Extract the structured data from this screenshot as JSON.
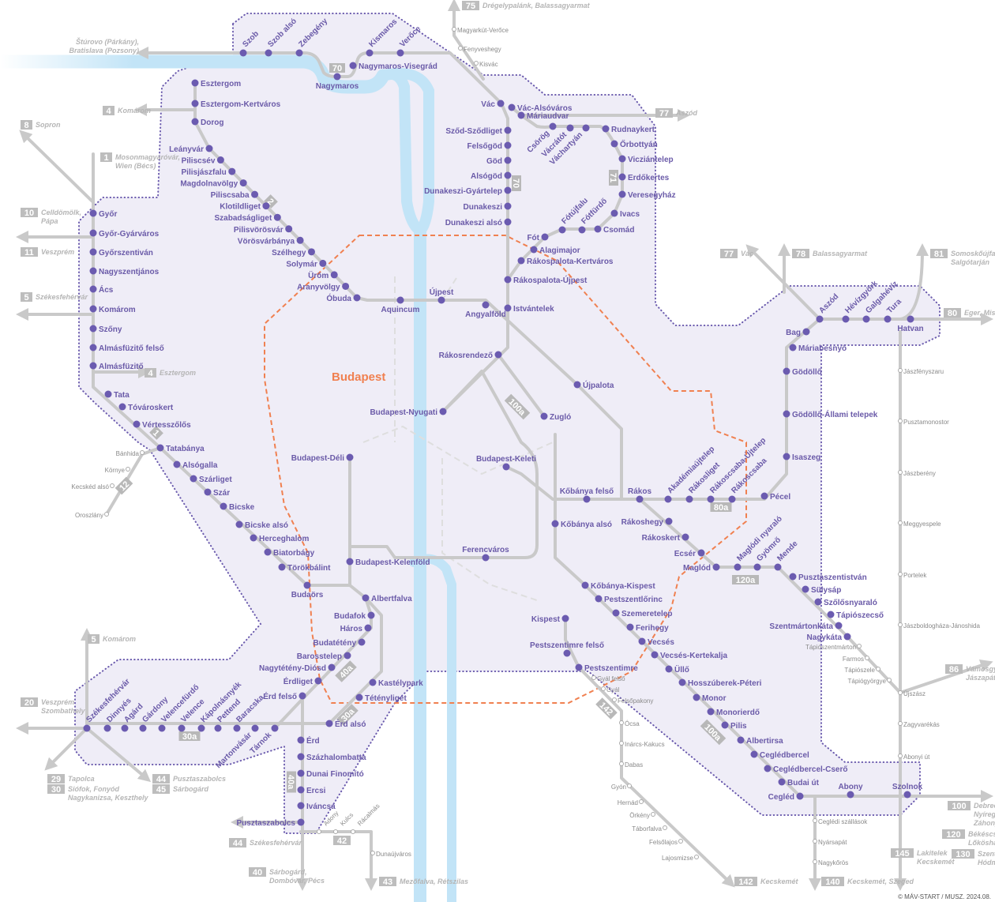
{
  "title_city": "Budapest",
  "copyright": "© MÁV-START / MUSZ. 2024.08.",
  "colors": {
    "station": "#6b5bb0",
    "track": "#c9c9c9",
    "river": "#c2e4f7",
    "region": "#efedf7",
    "boundary": "#f08050"
  },
  "stations": {
    "line70_danube": [
      "Szob",
      "Szob alsó",
      "Zebegény",
      "Nagymaros",
      "Nagymaros-Visegrád",
      "Kismaros",
      "Verőce"
    ],
    "line70_vac": [
      "Vác",
      "Vác-Alsóváros",
      "Sződ-Sződliget",
      "Felsőgöd",
      "Göd",
      "Alsógöd",
      "Dunakeszi-Gyártelep",
      "Dunakeszi",
      "Dunakeszi alsó",
      "Rákospalota-Újpest",
      "Istvántelek",
      "Rákosrendező",
      "Budapest-Nyugati"
    ],
    "line71": [
      "Máriaudvar",
      "Csörög",
      "Vácrátót",
      "Váchartyán",
      "Rudnaykert",
      "Őrbottyán",
      "Vicziántelep",
      "Erdőkertes",
      "Veresegyház",
      "Ivacs",
      "Csomád",
      "Fótfürdő",
      "Fótújfalu",
      "Fót",
      "Alagimajor",
      "Rákospalota-Kertváros"
    ],
    "line2": [
      "Esztergom",
      "Esztergom-Kertváros",
      "Dorog",
      "Leányvár",
      "Piliscsév",
      "Pilisjászfalu",
      "Magdolnavölgy",
      "Piliscsaba",
      "Klotildliget",
      "Szabadságliget",
      "Pilisvörösvár",
      "Vörösvárbánya",
      "Szélhegy",
      "Solymár",
      "Üröm",
      "Aranyvölgy",
      "Óbuda",
      "Aquincum",
      "Újpest",
      "Angyalföld"
    ],
    "line1": [
      "Győr",
      "Győr-Gyárváros",
      "Győrszentiván",
      "Nagyszentjános",
      "Ács",
      "Komárom",
      "Szőny",
      "Almásfüzitő felső",
      "Almásfüzitő",
      "Tata",
      "Tóvároskert",
      "Vértesszőlős",
      "Tatabánya",
      "Alsógalla",
      "Szárliget",
      "Szár",
      "Bicske",
      "Bicske alsó",
      "Herceghalom",
      "Biatorbágy",
      "Törökbálint",
      "Budaörs",
      "Budapest-Kelenföld"
    ],
    "line30a": [
      "Székesfehérvár",
      "Dinnyés",
      "Agárd",
      "Gárdony",
      "Velencefürdő",
      "Velence",
      "Kápolnásnyék",
      "Pettend",
      "Baracska",
      "Martonvásár",
      "Tárnok",
      "Érd felső",
      "Érdliget",
      "Nagytétény-Diósd",
      "Barosstelep",
      "Budatétény",
      "Háros",
      "Budafok",
      "Albertfalva"
    ],
    "line40a_city": [
      "Érd alsó",
      "Tétényliget",
      "Kastélypark"
    ],
    "line40a": [
      "Érd",
      "Százhalombatta",
      "Dunai Finomító",
      "Ercsi",
      "Iváncsa",
      "Pusztaszabolcs"
    ],
    "termini": [
      "Budapest-Déli",
      "Budapest-Keleti",
      "Zugló",
      "Újpalota",
      "Ferencváros",
      "Kőbánya felső",
      "Kőbánya alsó"
    ],
    "line80a": [
      "Rákos",
      "Akadémiaújtelep",
      "Rákosliget",
      "Rákoscsaba-Újtelep",
      "Rákoscsaba",
      "Pécel",
      "Isaszeg",
      "Gödöllő-Állami telepek",
      "Gödöllő",
      "Máriabesnyő",
      "Bag",
      "Aszód",
      "Hévízgyörk",
      "Galgahévíz",
      "Tura",
      "Hatvan"
    ],
    "line120a": [
      "Rákoshegy",
      "Rákoskert",
      "Ecsér",
      "Maglód",
      "Maglódi nyaraló",
      "Gyömrő",
      "Mende",
      "Pusztaszentistván",
      "Sülysáp",
      "Szőlősnyaraló",
      "Tápiószecső",
      "Szentmártonkáta",
      "Nagykáta"
    ],
    "line100a": [
      "Kőbánya-Kispest",
      "Pestszentlőrinc",
      "Szemeretelep",
      "Ferihegy",
      "Vecsés",
      "Vecsés-Kertekalja",
      "Üllő",
      "Hosszúberek-Péteri",
      "Monor",
      "Monorierdő",
      "Pilis",
      "Albertirsa",
      "Ceglédbercel",
      "Ceglédbercel-Cserő",
      "Budai út",
      "Cegléd",
      "Abony",
      "Szolnok"
    ],
    "line142": [
      "Kispest",
      "Pestszentimre felső",
      "Pestszentimre"
    ]
  },
  "minor_stations": [
    "Magyarkút-Verőce",
    "Fenyveshegy",
    "Kisvác",
    "Bánhida",
    "Környe",
    "Kecskéd alsó",
    "Oroszlány",
    "Jászfényszaru",
    "Pusztamonostor",
    "Jászberény",
    "Meggyespele",
    "Portelek",
    "Jászboldogháza-Jánoshida",
    "Tápiószentmárton",
    "Farmos",
    "Tápiószele",
    "Tápiógyörgye",
    "Újszász",
    "Zagyvarékás",
    "Abonyi út",
    "Ceglédi szállások",
    "Nyársapát",
    "Nagykőrös",
    "Gyál felső",
    "Gyál",
    "Felsőpakony",
    "Ócsa",
    "Inárcs-Kakucs",
    "Dabas",
    "Gyón",
    "Hernád",
    "Örkény",
    "Táborfalva",
    "Felsőlajos",
    "Lajosmizse",
    "Adony",
    "Kulcs",
    "Rácalmás",
    "Dunaújváros"
  ],
  "destinations": [
    {
      "num": "75",
      "text": "Drégelypalánk, Balassagyarmat"
    },
    {
      "num": "",
      "text": "Štúrovo (Párkány),\nBratislava (Pozsony)"
    },
    {
      "num": "4",
      "text": "Komárom"
    },
    {
      "num": "8",
      "text": "Sopron"
    },
    {
      "num": "1",
      "text": "Mosonmagyaróvár,\nWien (Bécs)"
    },
    {
      "num": "10",
      "text": "Celldömölk,\nPápa"
    },
    {
      "num": "11",
      "text": "Veszprém"
    },
    {
      "num": "5",
      "text": "Székesfehérvár"
    },
    {
      "num": "4",
      "text": "Esztergom"
    },
    {
      "num": "77",
      "text": "Aszód"
    },
    {
      "num": "77",
      "text": "Vác"
    },
    {
      "num": "78",
      "text": "Balassagyarmat"
    },
    {
      "num": "81",
      "text": "Somoskőújfalu\nSalgótarján"
    },
    {
      "num": "80",
      "text": "Eger, Miskolc"
    },
    {
      "num": "86",
      "text": "Vámosgyörk\nJászapáti"
    },
    {
      "num": "100",
      "text": "Debrecen\nNyíregyháza\nZáhony"
    },
    {
      "num": "120",
      "text": "Békéscsaba\nLőkösháza"
    },
    {
      "num": "130",
      "text": "Szentes\nHódmezővásárhely"
    },
    {
      "num": "145",
      "text": "Lakitelek\nKecskemét"
    },
    {
      "num": "140",
      "text": "Kecskemét, Szeged"
    },
    {
      "num": "142",
      "text": "Kecskemét"
    },
    {
      "num": "43",
      "text": "Mezőfalva, Rétszilas"
    },
    {
      "num": "40",
      "text": "Sárbogárd,\nDombóvár, Pécs"
    },
    {
      "num": "44",
      "text": "Székesfehérvár"
    },
    {
      "num": "42",
      "text": ""
    },
    {
      "num": "5",
      "text": "Komárom"
    },
    {
      "num": "20",
      "text": "Veszprém\nSzombathely"
    },
    {
      "num": "29",
      "text": "Tapolca"
    },
    {
      "num": "30",
      "text": "Siófok, Fonyód\nNagykanizsa, Keszthely"
    },
    {
      "num": "44",
      "text": "Pusztaszabolcs"
    },
    {
      "num": "45",
      "text": "Sárbogárd"
    }
  ],
  "line_badges": [
    "70",
    "70",
    "71",
    "2",
    "1",
    "12",
    "100a",
    "80a",
    "120a",
    "142",
    "100a",
    "40a",
    "30a",
    "30a",
    "40a"
  ]
}
